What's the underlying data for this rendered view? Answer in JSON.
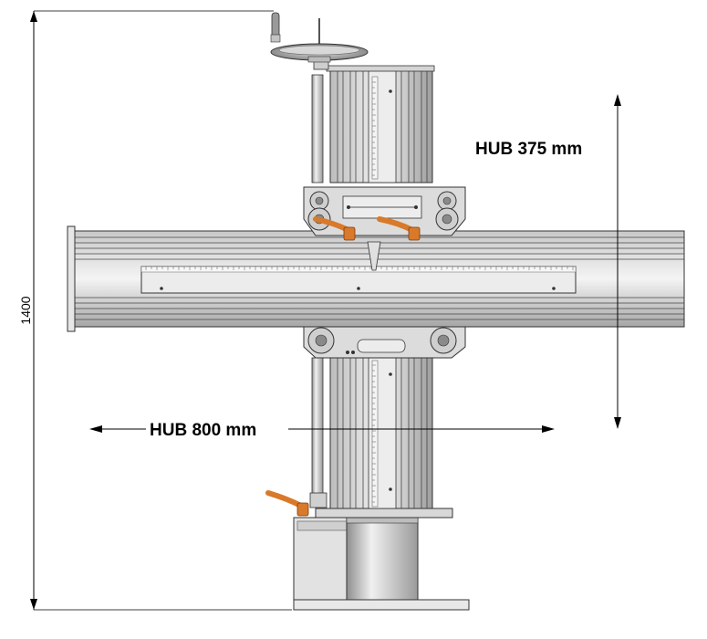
{
  "dimensions": {
    "overall_height": "1400",
    "vertical_stroke": "HUB 375 mm",
    "horizontal_stroke": "HUB 800 mm"
  },
  "colors": {
    "metal_light": "#e6e6e6",
    "metal_mid": "#bdbdbd",
    "metal_dark": "#6e6e6e",
    "outline": "#2a2a2a",
    "lever_orange": "#d9792a",
    "dimension_line": "#000000"
  },
  "icons": [
    "handwheel-icon",
    "clamp-lever-icon",
    "pointer-icon"
  ]
}
